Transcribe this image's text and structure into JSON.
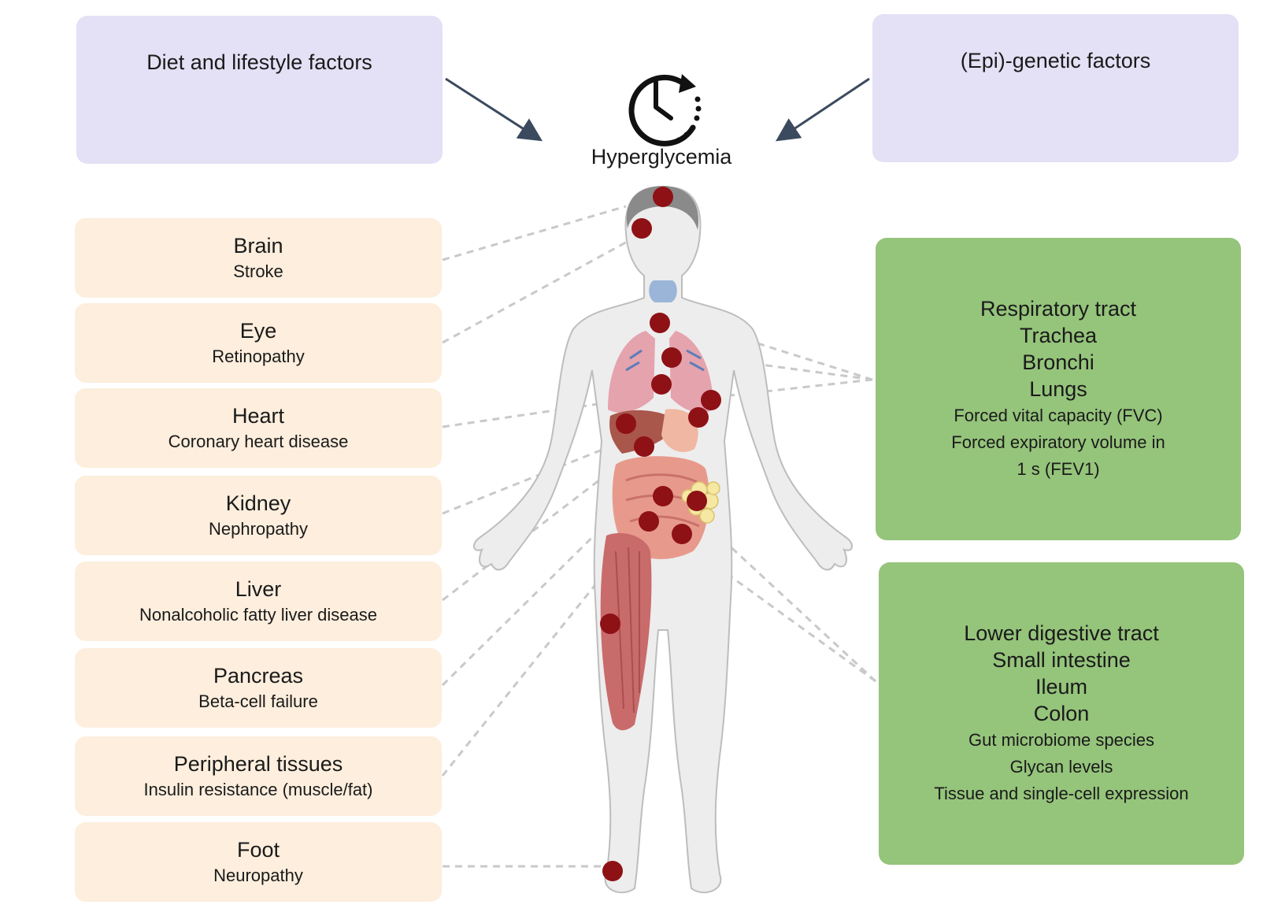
{
  "factors": {
    "diet": {
      "title": "Diet and lifestyle factors",
      "icons": [
        "obese-person-icon",
        "burger-icon",
        "cigarette-icon",
        "alcohol-bottles-icon",
        "bed-clock-icon"
      ]
    },
    "genetic": {
      "title": "(Epi)-genetic factors",
      "icons": [
        "dna-helix-icon",
        "nucleosome-icon"
      ]
    }
  },
  "center": {
    "title": "Hyperglycemia",
    "icon": "clock-cycle-icon"
  },
  "organs": [
    {
      "name": "Brain",
      "condition": "Stroke"
    },
    {
      "name": "Eye",
      "condition": "Retinopathy"
    },
    {
      "name": "Heart",
      "condition": "Coronary heart disease"
    },
    {
      "name": "Kidney",
      "condition": "Nephropathy"
    },
    {
      "name": "Liver",
      "condition": "Nonalcoholic fatty liver disease"
    },
    {
      "name": "Pancreas",
      "condition": "Beta-cell failure"
    },
    {
      "name": "Peripheral tissues",
      "condition": "Insulin resistance (muscle/fat)"
    },
    {
      "name": "Foot",
      "condition": "Neuropathy"
    }
  ],
  "traits": {
    "respiratory": {
      "lines": [
        "Respiratory tract",
        "Trachea",
        "Bronchi",
        "Lungs"
      ],
      "measures": [
        "Forced vital capacity (FVC)",
        "Forced expiratory volume in",
        "1 s (FEV1)"
      ]
    },
    "digestive": {
      "lines": [
        "Lower digestive tract",
        "Small intestine",
        "Ileum",
        "Colon"
      ],
      "measures": [
        "Gut microbiome species",
        "Glycan levels",
        "Tissue and single-cell expression"
      ]
    }
  },
  "colors": {
    "factor_bg": "#e4e0f5",
    "organ_bg": "#fdeedd",
    "trait_bg": "#95c47b",
    "marker": "#8e1116",
    "arrow": "#3b4a5e"
  }
}
